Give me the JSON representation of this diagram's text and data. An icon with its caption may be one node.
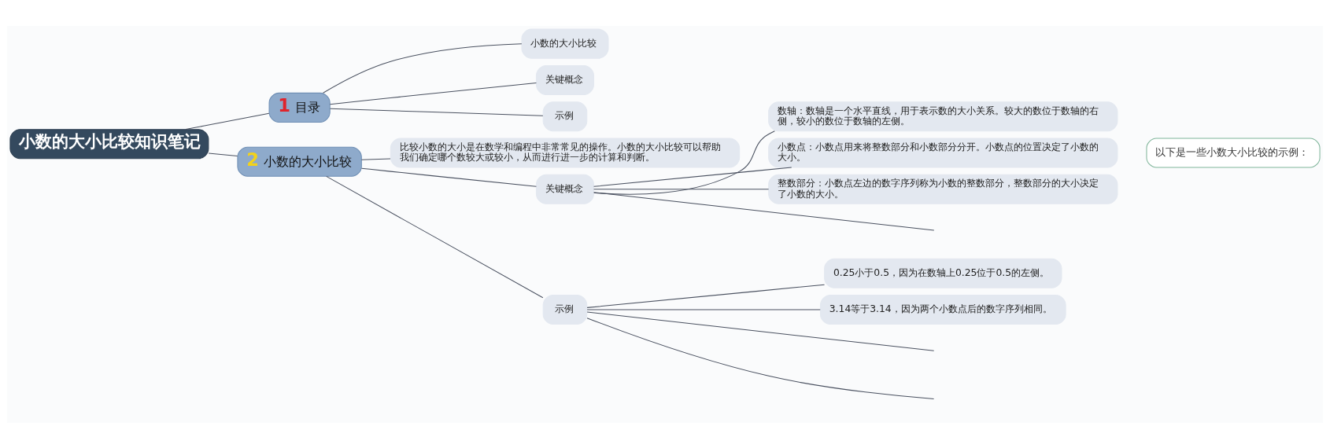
{
  "diagram": {
    "nodes": [
      {
        "text": [
          "小数的大小比较知识笔记"
        ]
      },
      {
        "text": [
          "1 目录"
        ]
      },
      {
        "text": [
          "小数的大小比较"
        ]
      },
      {
        "text": [
          "关键概念"
        ]
      },
      {
        "text": [
          "示例"
        ]
      },
      {
        "text": [
          "2 小数的大小比较"
        ]
      },
      {
        "text": [
          "比较小数的大小是在数学和编程中非常常见的操作。小数的大小比较可以帮助我们确定哪个数较大或较小，从而进行进一步的计算和判断。"
        ]
      },
      {
        "text": [
          "关键概念"
        ]
      },
      {
        "text": [
          "数轴：数轴是一个水平直线，用于表示数的大小关系。较大的数位于数轴的右侧，较小的数位于数轴的左侧。"
        ]
      },
      {
        "text": [
          "小数点：小数点用来将整数部分和小数部分分开。小数点的位置决定了小数的大小。"
        ]
      },
      {
        "text": [
          "整数部分：小数点左边的数字序列称为小数的整数部分，整数部分的大小决定了小数的大小。"
        ]
      },
      {
        "text": [
          "示例"
        ]
      },
      {
        "text": [
          "0.25小于0.5，因为在数轴上0.25位于0.5的左侧。"
        ]
      },
      {
        "text": [
          "3.14等于3.14，因为两个小数点后的数字序列相同。"
        ]
      },
      {
        "text": [
          "以下是一些小数大小比较的示例："
        ]
      }
    ],
    "edges": [
      {
        "from": 0,
        "to": 1,
        "arrow": "none"
      },
      {
        "from": 1,
        "to": 2,
        "arrow": "none"
      },
      {
        "from": 1,
        "to": 3,
        "arrow": "none"
      },
      {
        "from": 1,
        "to": 4,
        "arrow": "none"
      },
      {
        "from": 0,
        "to": 5,
        "arrow": "none"
      },
      {
        "from": 5,
        "to": 6,
        "arrow": "none"
      },
      {
        "from": 5,
        "to": 7,
        "arrow": "none"
      },
      {
        "from": 7,
        "to": 8,
        "arrow": "none"
      },
      {
        "from": 7,
        "to": 9,
        "arrow": "none"
      },
      {
        "from": 7,
        "to": 10,
        "arrow": "none"
      },
      {
        "from": 7,
        "to": null,
        "arrow": "none"
      },
      {
        "from": 5,
        "to": 11,
        "arrow": "none"
      },
      {
        "from": 11,
        "to": 12,
        "arrow": "none"
      },
      {
        "from": 11,
        "to": 13,
        "arrow": "none"
      },
      {
        "from": 11,
        "to": null,
        "arrow": "none"
      },
      {
        "from": 11,
        "to": null,
        "arrow": "none"
      }
    ]
  }
}
